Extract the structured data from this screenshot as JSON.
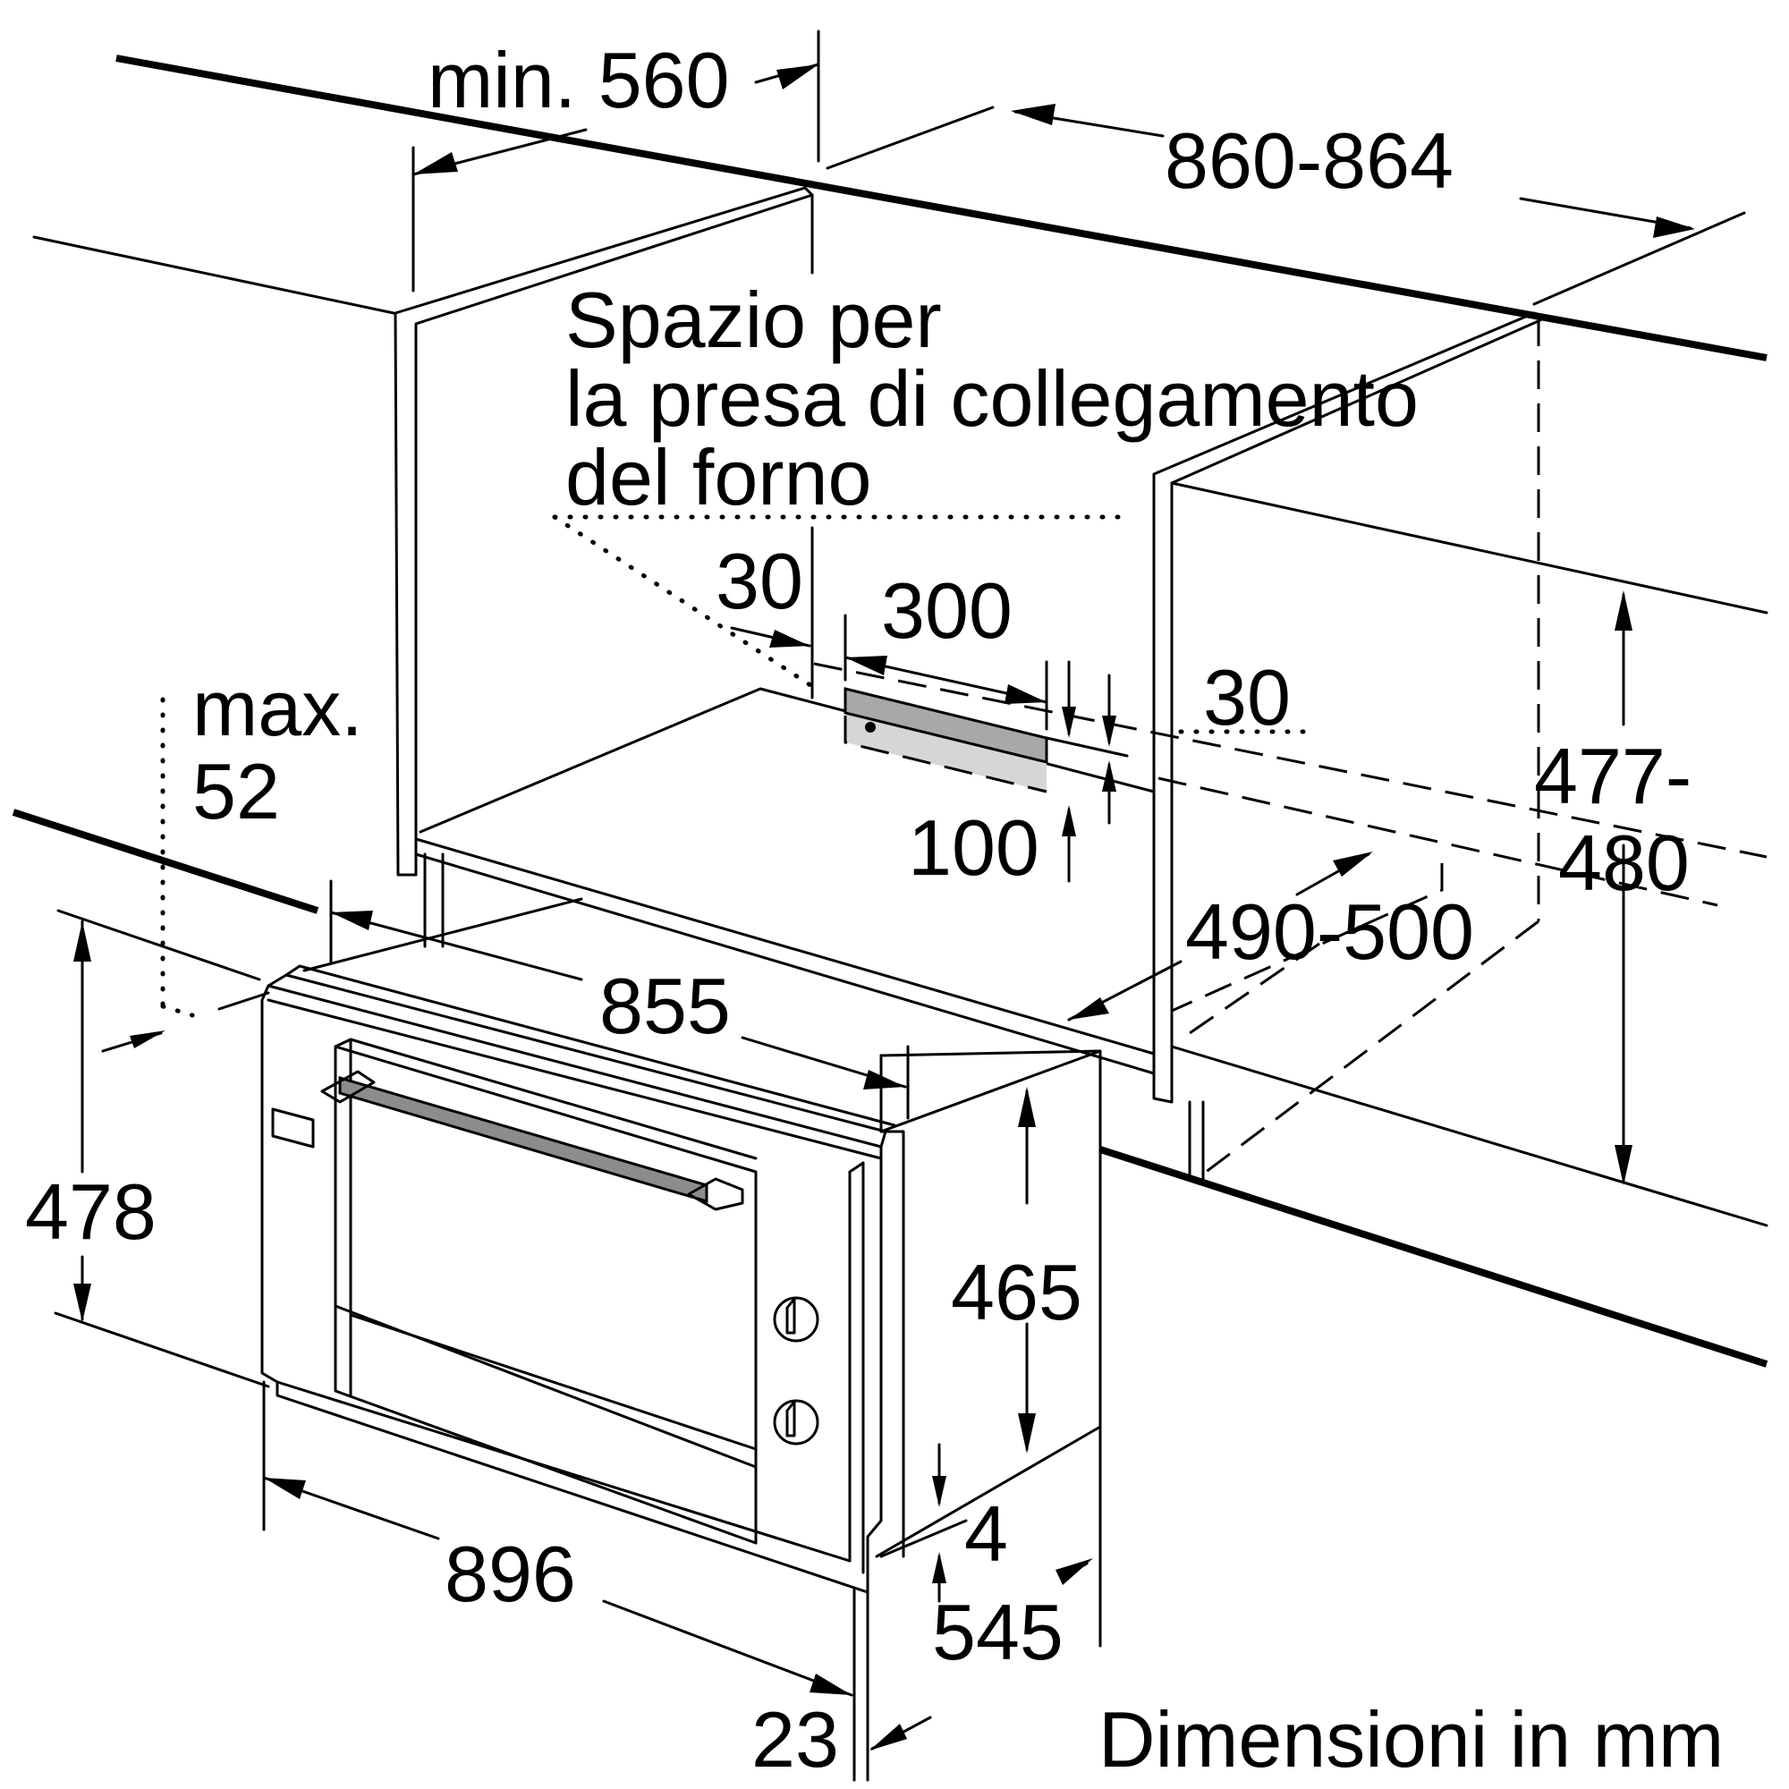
{
  "colors": {
    "stroke": "#000000",
    "background": "#ffffff",
    "socket_fill": "#a8a8a8",
    "socket_shadow": "#d6d6d6",
    "handle_fill": "#8c8c8c"
  },
  "labels": {
    "min_width": "min. 560",
    "worktop_width": "860-864",
    "socket_space": [
      "Spazio per",
      "la presa di collegamento",
      "del forno"
    ],
    "socket_offset_side": "30",
    "socket_length": "300",
    "socket_offset_right": "30",
    "socket_height": "100",
    "max_gap_1": "max.",
    "max_gap_2": "52",
    "niche_height_1": "477-",
    "niche_height_2": "480",
    "niche_depth": "490-500",
    "body_width": "855",
    "front_height": "478",
    "body_height": "465",
    "bottom_offset": "4",
    "body_depth": "545",
    "front_width": "896",
    "front_thickness": "23",
    "units_note": "Dimensioni in mm"
  }
}
